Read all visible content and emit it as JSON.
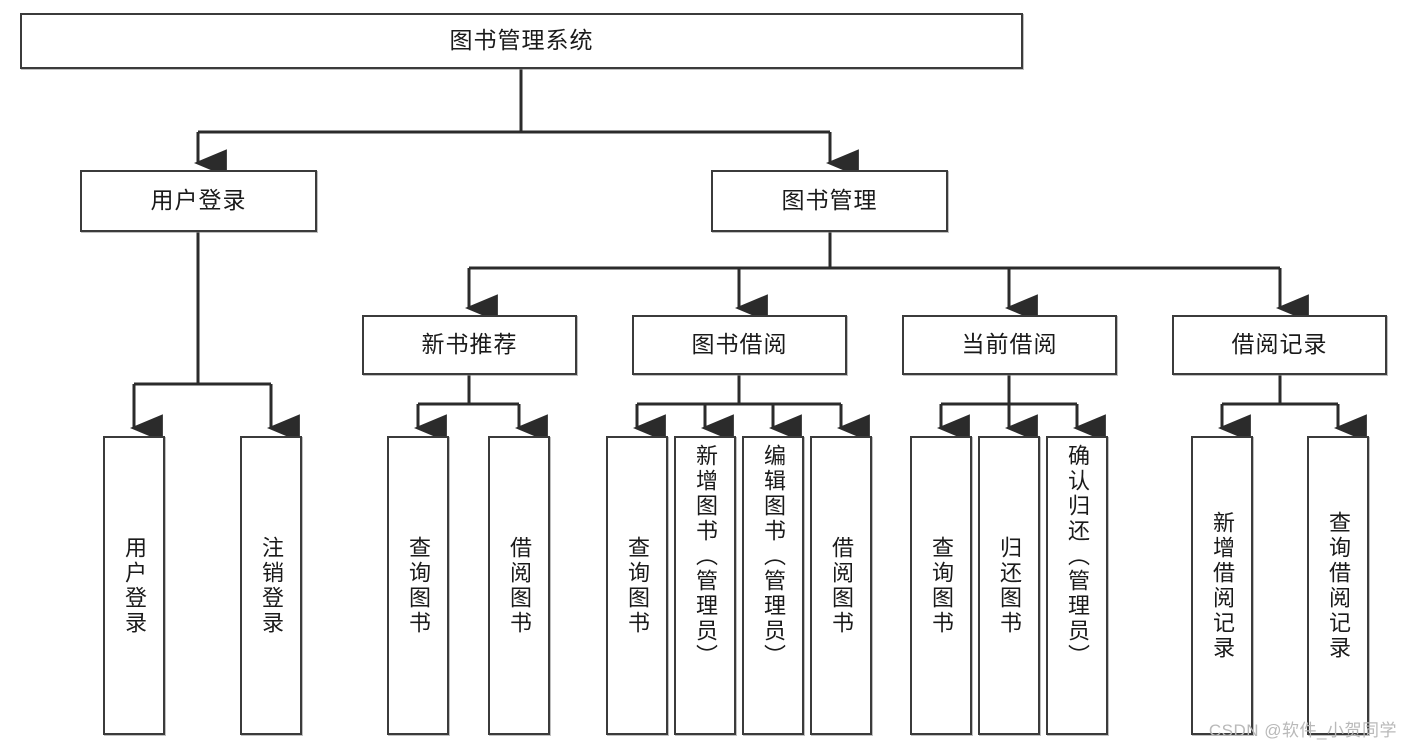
{
  "diagram": {
    "title": "图书管理系统",
    "type": "tree",
    "watermark": "CSDN @软件_小贺同学",
    "colors": {
      "box_border": "#3b3b3b",
      "box_fill": "#ffffff",
      "connector": "#2b2b2b",
      "text": "#1a1a1a",
      "watermark": "#b9b9b9"
    },
    "levels": {
      "level1": [
        {
          "id": "root",
          "label": "图书管理系统"
        }
      ],
      "level2": [
        {
          "id": "user-login",
          "label": "用户登录"
        },
        {
          "id": "book-manage",
          "label": "图书管理"
        }
      ],
      "level3": [
        {
          "id": "new-book-recommend",
          "label": "新书推荐",
          "parent": "book-manage"
        },
        {
          "id": "book-borrow",
          "label": "图书借阅",
          "parent": "book-manage"
        },
        {
          "id": "current-borrow",
          "label": "当前借阅",
          "parent": "book-manage"
        },
        {
          "id": "borrow-record",
          "label": "借阅记录",
          "parent": "book-manage"
        }
      ],
      "level4": [
        {
          "id": "leaf-user-login",
          "label": "用户登录",
          "parent": "user-login"
        },
        {
          "id": "leaf-logout-login",
          "label": "注销登录",
          "parent": "user-login"
        },
        {
          "id": "leaf-query-book-1",
          "label": "查询图书",
          "parent": "new-book-recommend"
        },
        {
          "id": "leaf-borrow-book-1",
          "label": "借阅图书",
          "parent": "new-book-recommend"
        },
        {
          "id": "leaf-query-book-2",
          "label": "查询图书",
          "parent": "book-borrow"
        },
        {
          "id": "leaf-add-book",
          "label": "新增图书（管理员）",
          "parent": "book-borrow"
        },
        {
          "id": "leaf-edit-book",
          "label": "编辑图书（管理员）",
          "parent": "book-borrow"
        },
        {
          "id": "leaf-borrow-book-2",
          "label": "借阅图书",
          "parent": "book-borrow"
        },
        {
          "id": "leaf-query-book-3",
          "label": "查询图书",
          "parent": "current-borrow"
        },
        {
          "id": "leaf-return-book",
          "label": "归还图书",
          "parent": "current-borrow"
        },
        {
          "id": "leaf-confirm-return",
          "label": "确认归还（管理员）",
          "parent": "current-borrow"
        },
        {
          "id": "leaf-add-record",
          "label": "新增借阅记录",
          "parent": "borrow-record"
        },
        {
          "id": "leaf-query-record",
          "label": "查询借阅记录",
          "parent": "borrow-record"
        }
      ]
    }
  }
}
